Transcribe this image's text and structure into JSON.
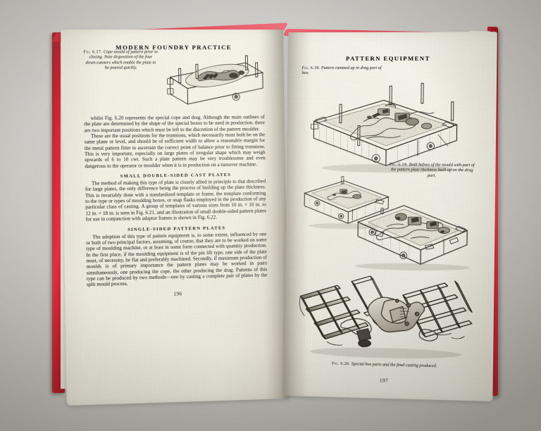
{
  "photo": {
    "subject": "open-hardback-book",
    "cover_color": "#cf1f2d",
    "paper_color": "#f3f0e6",
    "ink_color": "#26231e",
    "background_color": "#c8c6c1"
  },
  "left_page": {
    "running_head": "MODERN FOUNDRY PRACTICE",
    "folio": "196",
    "figure_caption": {
      "label": "Fig. 6.17.",
      "text": "Cope mould of pattern prior to closing. Note disposition of the four down-runners which enable the plate to be poured quickly."
    },
    "figure_name": "fig-6-17-cope-mould",
    "paragraphs": [
      "whilst Fig. 6.20 represents the special cope and drag. Although the main outlines of the plate are determined by the shape of the special boxes to be used in production, there are two important positions which must be left to the discretion of the pattern moulder.",
      "These are the usual positions for the trunnions, which necessarily must both be on the same plane or level, and should be of sufficient width to allow a reasonable margin for the metal pattern fitter to ascertain the correct point of balance prior to fitting trunnions. This is very important, especially on large plates of irregular shape which may weigh upwards of 6 to 10 cwt. Such a plate pattern may be very troublesome and even dangerous to the operator or moulder when it is in production on a turnover machine."
    ],
    "sections": [
      {
        "heading": "SMALL DOUBLE-SIDED CAST PLATES",
        "paragraphs": [
          "The method of making this type of plate is closely allied in principle to that described for large plates, the only difference being the process of building up the plate thickness. This is invariably done with a standardized template or frame, the template conforming to the type or types of moulding boxes, or snap flasks employed in the production of any particular class of casting. A group of templates of various sizes from 10 in. × 10 in. to 12 in. × 18 in. is seen in Fig. 6.21, and an illustration of small double-sided pattern plates for use in conjunction with adaptor frames is shown in Fig. 6.22."
        ]
      },
      {
        "heading": "SINGLE-SIDED PATTERN PLATES",
        "paragraphs": [
          "The adoption of this type of pattern equipment is, to some extent, influenced by one or both of two principal factors, assuming, of course, that they are to be worked on some type of moulding machine, or at least in some form connected with quantity production. In the first place, if the moulding equipment is of the pin lift type, one side of the plate must, of necessity, be flat and preferably machined. Secondly, if maximum production of moulds is of primary importance the pattern plates may be worked in pairs simultaneously, one producing the cope, the other producing the drag. Patterns of this type can be produced by two methods—one by casting a complete pair of plates by the split mould process,"
        ]
      }
    ]
  },
  "right_page": {
    "running_head": "PATTERN EQUIPMENT",
    "folio": "197",
    "figures": [
      {
        "name": "fig-6-18-pattern-rammed-drag",
        "label": "Fig. 6.18.",
        "text": "Pattern rammed up in drag part of box."
      },
      {
        "name": "fig-6-19-both-halves-mould",
        "label": "Fig. 6.19.",
        "text": "Both halves of the mould with part of the pattern plate thickness built up on the drag part."
      },
      {
        "name": "fig-6-20-special-box-parts",
        "label": "Fig. 6.20.",
        "text": "Special box parts and the final casting produced."
      }
    ]
  }
}
